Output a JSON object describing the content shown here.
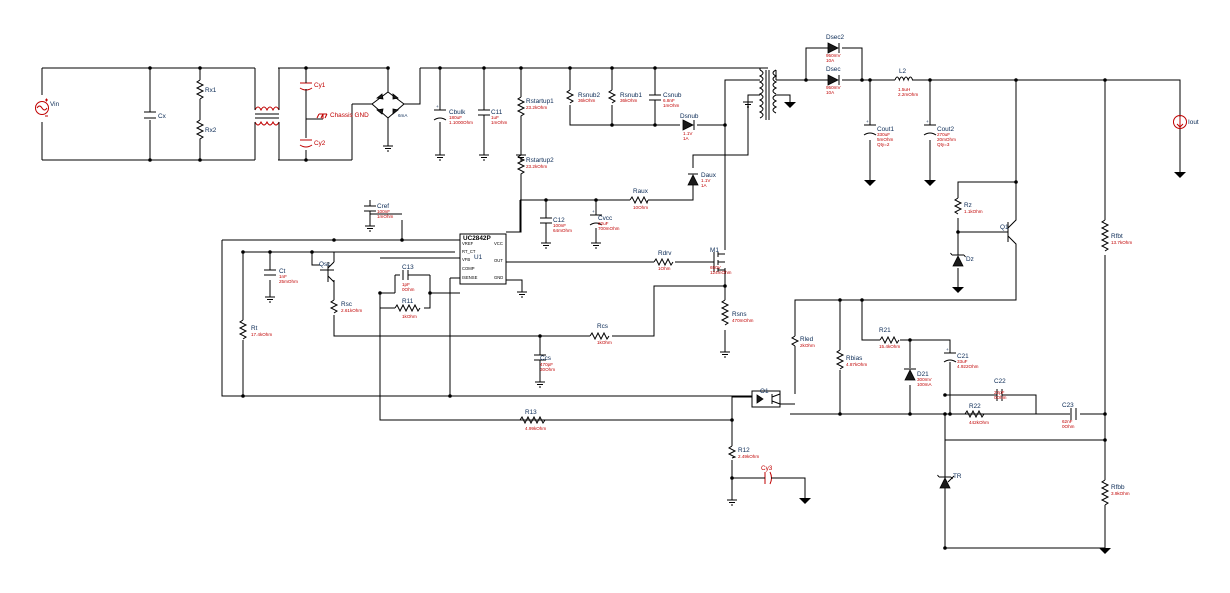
{
  "sources": {
    "vin": "Vin",
    "iout": "Iout"
  },
  "ic": {
    "name": "U1",
    "part": "UC2842P",
    "pins_left": [
      "VREF",
      "RT_CT",
      "VFB",
      "COMP",
      "ISENSE"
    ],
    "pins_right": [
      "VCC",
      "OUT",
      "GND"
    ]
  },
  "labels": {
    "chassis_gnd": "Chassis GND"
  },
  "components": [
    {
      "name": "Cx",
      "value": ""
    },
    {
      "name": "Rx1",
      "value": ""
    },
    {
      "name": "Rx2",
      "value": ""
    },
    {
      "name": "Cy1",
      "value": ""
    },
    {
      "name": "Cy2",
      "value": ""
    },
    {
      "name": "Cbulk",
      "value": "180uF",
      "value2": "1.1000Ohm"
    },
    {
      "name": "C11",
      "value": "1uF",
      "value2": "1mOhm"
    },
    {
      "name": "Rstartup1",
      "value": "23.2kOhm"
    },
    {
      "name": "Rstartup2",
      "value": "23.2kOhm"
    },
    {
      "name": "Rsnub2",
      "value": "36kOhm"
    },
    {
      "name": "Rsnub1",
      "value": "36kOhm"
    },
    {
      "name": "Csnub",
      "value": "6.8nF",
      "value2": "1mOhm"
    },
    {
      "name": "Dsnub",
      "value": "1.1V",
      "value2": "1A"
    },
    {
      "name": "Dsec2",
      "value": "950mV",
      "value2": "10A"
    },
    {
      "name": "Dsec",
      "value": "950mV",
      "value2": "10A"
    },
    {
      "name": "L2",
      "value": "1.5uH",
      "value2": "2.2mOhm"
    },
    {
      "name": "Cout1",
      "value": "330uF",
      "value2": "5mOhm",
      "value3": "Qty=2"
    },
    {
      "name": "Cout2",
      "value": "270uF",
      "value2": "20mOhm",
      "value3": "Qty=3"
    },
    {
      "name": "Daux",
      "value": "1.1V",
      "value2": "1A"
    },
    {
      "name": "Raux",
      "value": "10Ohm"
    },
    {
      "name": "C12",
      "value": "100nF",
      "value2": "64mOhm"
    },
    {
      "name": "Cvcc",
      "value": "22uF",
      "value2": "700mOhm"
    },
    {
      "name": "Cref",
      "value": "100nF",
      "value2": "1mOhm"
    },
    {
      "name": "Ct",
      "value": "1nF",
      "value2": "25mOhm"
    },
    {
      "name": "Qsc",
      "value": ""
    },
    {
      "name": "Rsc",
      "value": "2.61kOhm"
    },
    {
      "name": "Rt",
      "value": "17.4kOhm"
    },
    {
      "name": "C13",
      "value": "1pF",
      "value2": "0Ohm"
    },
    {
      "name": "R11",
      "value": "1kOhm"
    },
    {
      "name": "Rdrv",
      "value": "1Ohm"
    },
    {
      "name": "M1",
      "value": "650V",
      "value2": "124mOhm"
    },
    {
      "name": "Rcs",
      "value": "1kOhm"
    },
    {
      "name": "Rsns",
      "value": "470mOhm"
    },
    {
      "name": "Ccs",
      "value": "470pF",
      "value2": "30Ohm"
    },
    {
      "name": "Rz",
      "value": "1.1kOhm"
    },
    {
      "name": "Dz",
      "value": ""
    },
    {
      "name": "Q1",
      "value": ""
    },
    {
      "name": "Rfbt",
      "value": "13.7kOhm"
    },
    {
      "name": "Rfbb",
      "value": "3.9kOhm"
    },
    {
      "name": "Rled",
      "value": "2kOhm"
    },
    {
      "name": "Rbias",
      "value": "4.87kOhm"
    },
    {
      "name": "R21",
      "value": "15.4kOhm"
    },
    {
      "name": "C21",
      "value": "33uF",
      "value2": "4.922Ohm"
    },
    {
      "name": "D21",
      "value": "300mV",
      "value2": "100mA"
    },
    {
      "name": "C22",
      "value": "22pF",
      "value2": "0Ohm"
    },
    {
      "name": "R22",
      "value": "442kOhm"
    },
    {
      "name": "C23",
      "value": "62nF",
      "value2": "0Ohm"
    },
    {
      "name": "O1",
      "value": ""
    },
    {
      "name": "R13",
      "value": "4.99kOhm"
    },
    {
      "name": "R12",
      "value": "2.49kOhm"
    },
    {
      "name": "Cy3",
      "value": ""
    },
    {
      "name": "TR",
      "value": ""
    }
  ]
}
